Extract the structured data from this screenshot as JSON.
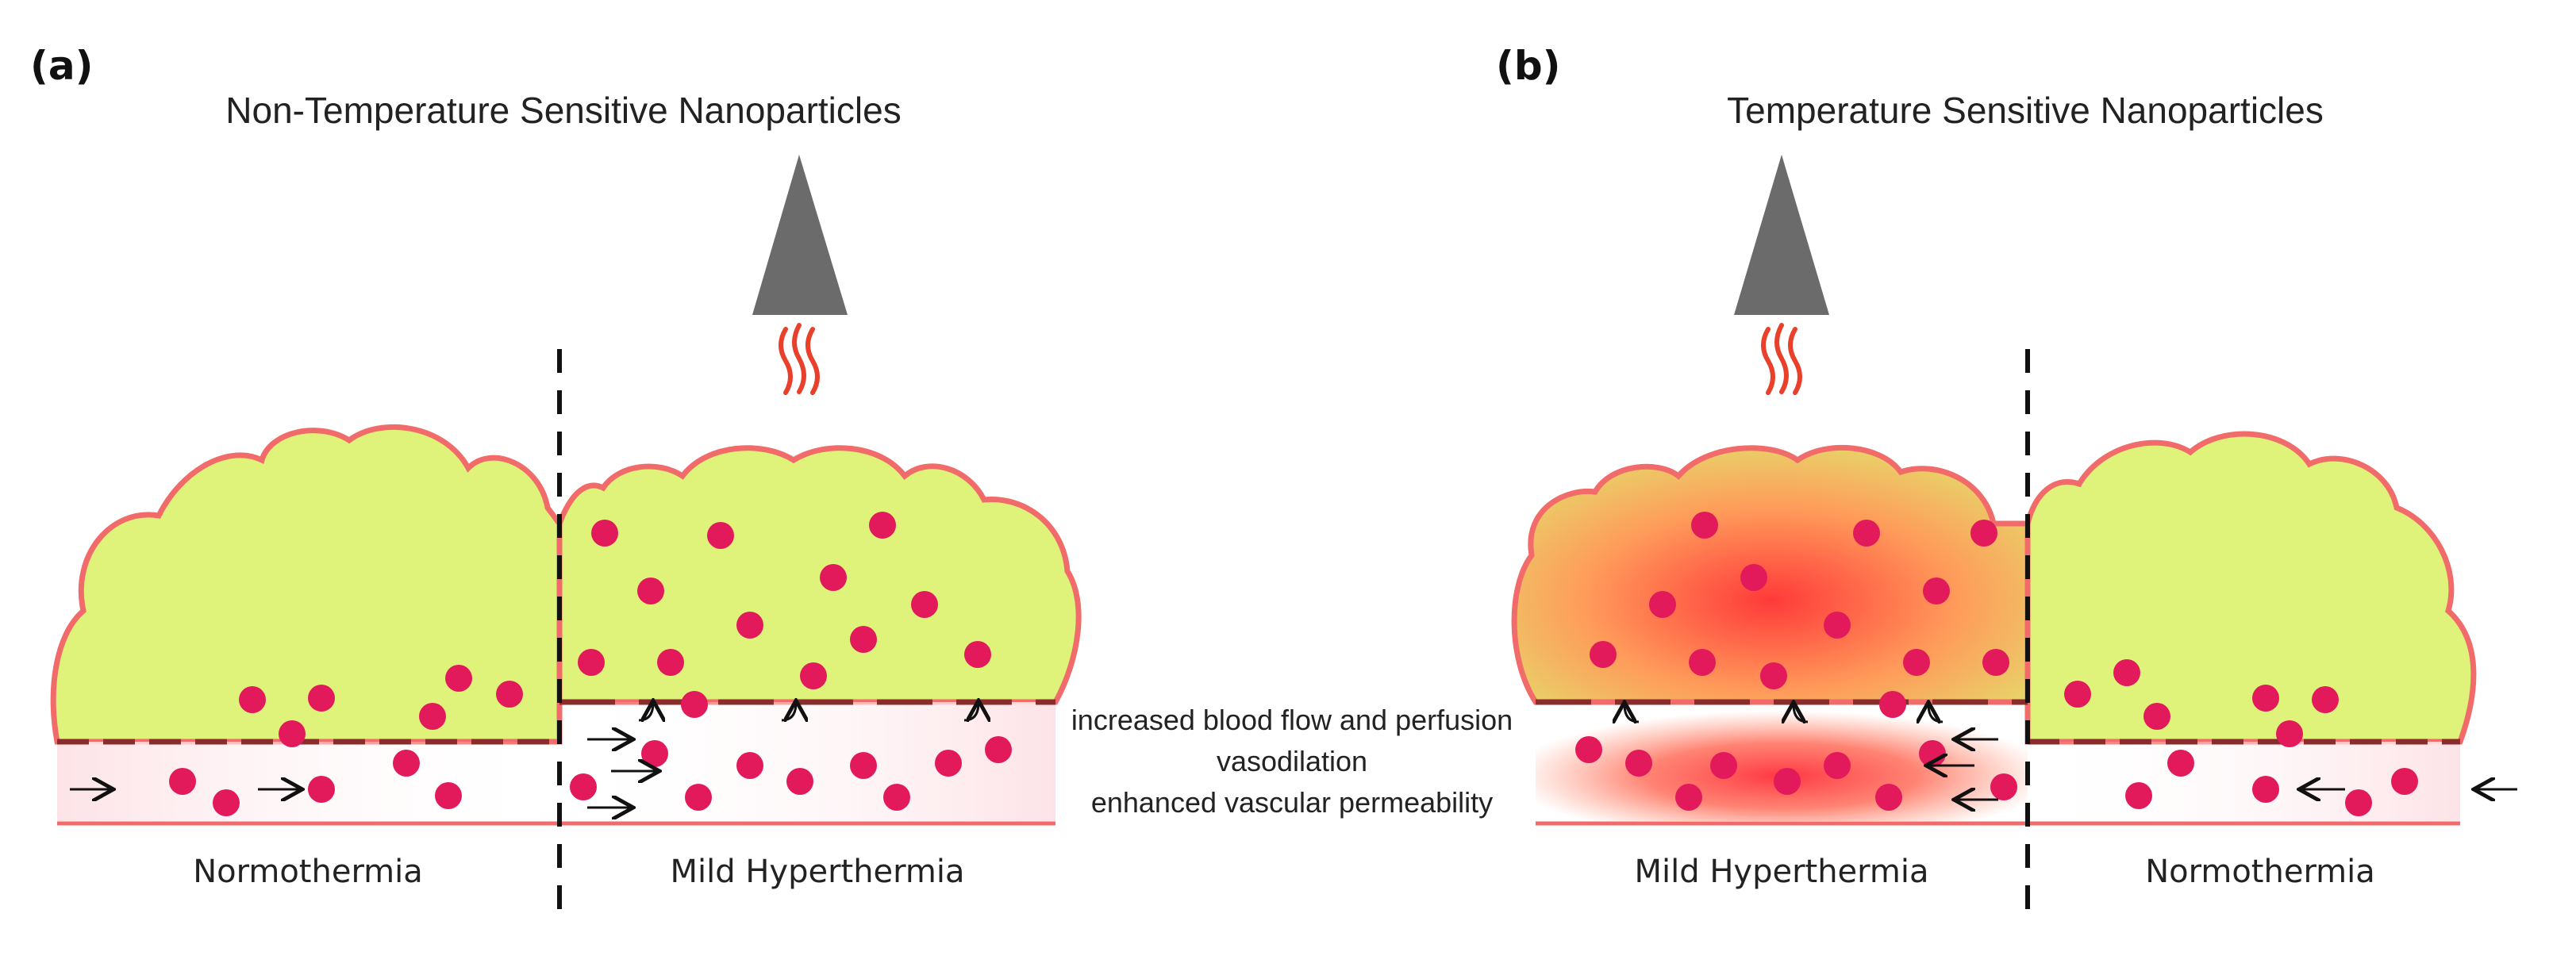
{
  "panels": [
    {
      "label": "(a)",
      "title": "Non-Temperature Sensitive Nanoparticles",
      "regions": [
        "Normothermia",
        "Mild Hyperthermia"
      ]
    },
    {
      "label": "(b)",
      "title": "Temperature Sensitive Nanoparticles",
      "regions": [
        "Mild Hyperthermia",
        "Normothermia"
      ]
    }
  ],
  "center_captions": [
    "increased blood flow and perfusion",
    "vasodilation",
    "enhanced vascular permeability"
  ],
  "colors": {
    "tumor_fill": "#dff27a",
    "tumor_outline": "#f26b6b",
    "nanoparticle": "#e2195b",
    "vessel_wall": "#8b2c2c",
    "heat_source": "#6b6b6b",
    "heat_waves": "#e8402a",
    "heat_glow": "#ff3b3b"
  },
  "icons": [
    "heat-source-icon",
    "heat-wave-icon",
    "flow-arrow-icon",
    "nanoparticle-icon"
  ]
}
